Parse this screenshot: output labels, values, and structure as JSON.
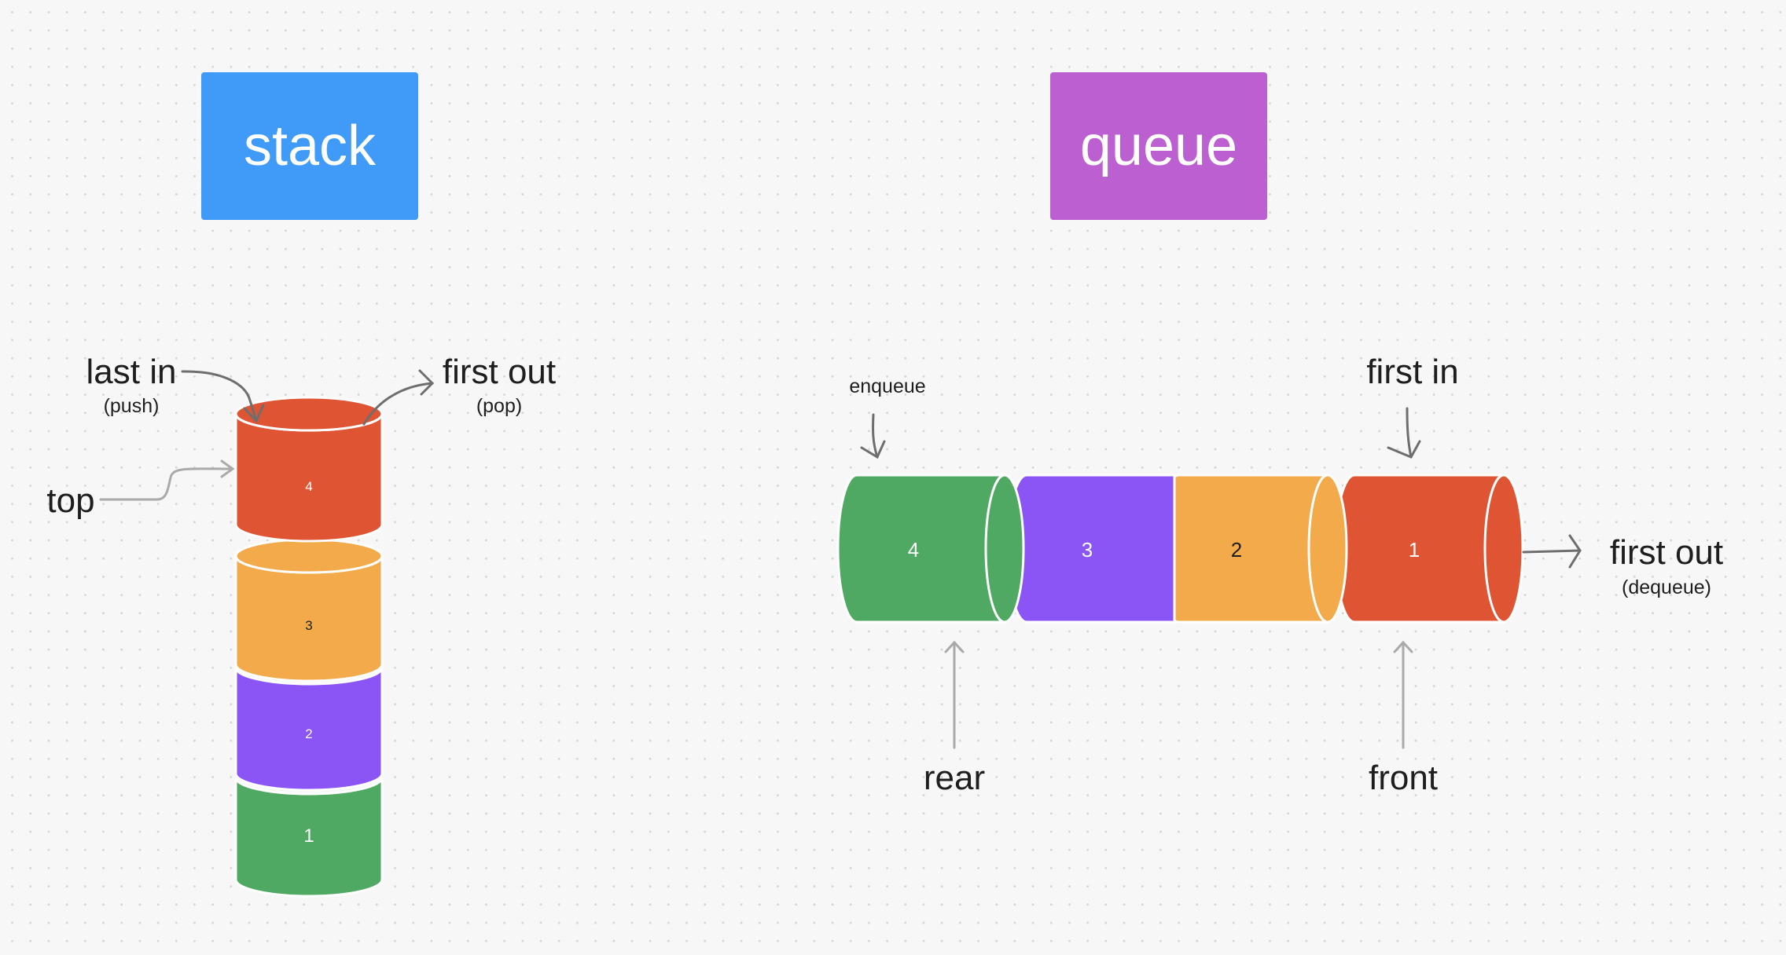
{
  "stack": {
    "title": "stack",
    "color": "#3f9bf7",
    "items": [
      {
        "label": "4",
        "color": "#df5433"
      },
      {
        "label": "3",
        "color": "#f2aa4b"
      },
      {
        "label": "2",
        "color": "#8b55f5"
      },
      {
        "label": "1",
        "color": "#50a963"
      }
    ],
    "last_in": "last in",
    "push": "(push)",
    "first_out": "first out",
    "pop": "(pop)",
    "top": "top"
  },
  "queue": {
    "title": "queue",
    "color": "#bb5fd1",
    "items": [
      {
        "label": "4",
        "color": "#50a963"
      },
      {
        "label": "3",
        "color": "#8b55f5"
      },
      {
        "label": "2",
        "color": "#f2aa4b"
      },
      {
        "label": "1",
        "color": "#df5433"
      }
    ],
    "enqueue": "enqueue",
    "first_in": "first in",
    "first_out": "first out",
    "dequeue": "(dequeue)",
    "rear": "rear",
    "front": "front"
  }
}
